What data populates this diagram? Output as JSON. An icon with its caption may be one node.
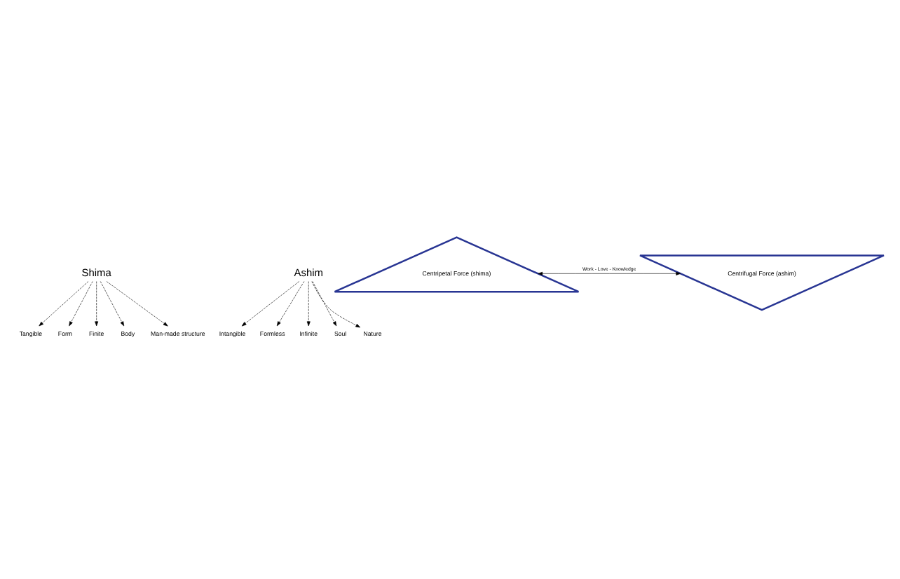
{
  "diagram": {
    "nodes": [
      {
        "text": [
          "Shima"
        ]
      },
      {
        "text": [
          "Ashim"
        ]
      },
      {
        "text": [
          "Tangible"
        ]
      },
      {
        "text": [
          "Form"
        ]
      },
      {
        "text": [
          "Finite"
        ]
      },
      {
        "text": [
          "Body"
        ]
      },
      {
        "text": [
          "Man-made structure"
        ]
      },
      {
        "text": [
          "Intangible"
        ]
      },
      {
        "text": [
          "Formless"
        ]
      },
      {
        "text": [
          "Infinite"
        ]
      },
      {
        "text": [
          "Soul"
        ]
      },
      {
        "text": [
          "Nature"
        ]
      },
      {
        "text": [
          "Centripetal Force (shima)"
        ]
      },
      {
        "text": [
          "Centrifugal Force (ashim)"
        ]
      }
    ],
    "edges": [
      {
        "from": 0,
        "to": 2,
        "arrow": "to",
        "style": "dashed"
      },
      {
        "from": 0,
        "to": 3,
        "arrow": "to",
        "style": "dashed"
      },
      {
        "from": 0,
        "to": 4,
        "arrow": "to",
        "style": "dashed"
      },
      {
        "from": 0,
        "to": 5,
        "arrow": "to",
        "style": "dashed"
      },
      {
        "from": 0,
        "to": 6,
        "arrow": "to",
        "style": "dashed"
      },
      {
        "from": 1,
        "to": 7,
        "arrow": "to",
        "style": "dashed"
      },
      {
        "from": 1,
        "to": 8,
        "arrow": "to",
        "style": "dashed"
      },
      {
        "from": 1,
        "to": 9,
        "arrow": "to",
        "style": "dashed"
      },
      {
        "from": 1,
        "to": 10,
        "arrow": "to",
        "style": "dashed"
      },
      {
        "from": 1,
        "to": 11,
        "arrow": "to",
        "style": "dashed"
      },
      {
        "from": 12,
        "to": 13,
        "arrow": "both",
        "label": "Work - Love - Knowledge"
      }
    ]
  }
}
